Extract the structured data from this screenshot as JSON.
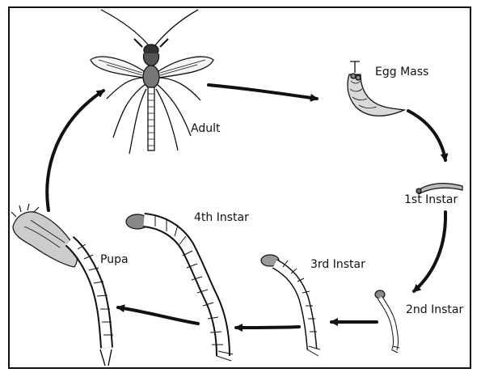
{
  "labels": {
    "adult": "Adult",
    "egg_mass": "Egg Mass",
    "instar1": "1st Instar",
    "instar2": "2nd Instar",
    "instar3": "3rd Instar",
    "instar4": "4th Instar",
    "pupa": "Pupa"
  },
  "colors": {
    "ink": "#111111",
    "body": "#ffffff"
  }
}
